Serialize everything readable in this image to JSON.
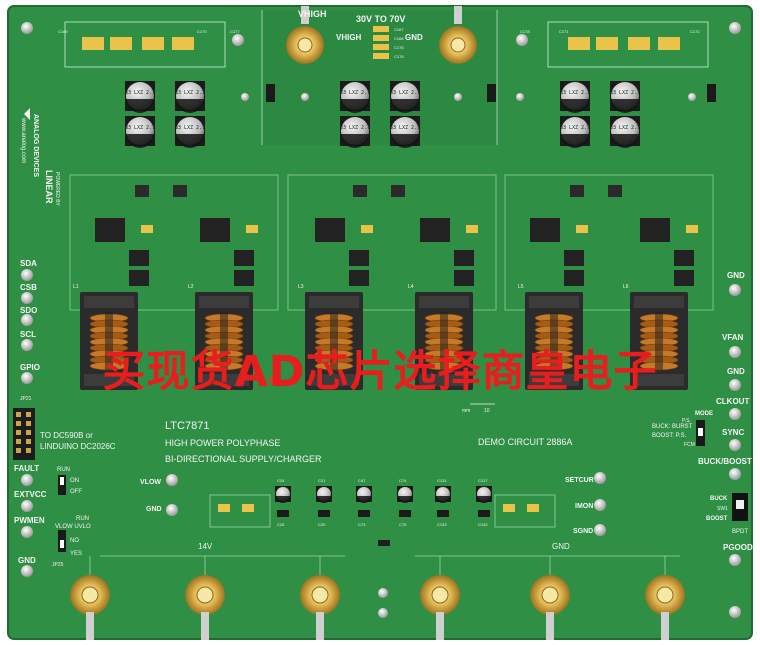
{
  "board": {
    "colors": {
      "pcb": "#2f8f45",
      "pcb_dark": "#257a3a",
      "silk": "#f4f4f4",
      "pad": "#e9c24a",
      "copper": "#b86a1e",
      "watermark": "#e81e1e"
    },
    "top": {
      "vhigh_title": "VHIGH",
      "voltage_range": "30V TO 70V",
      "vhigh_label": "VHIGH",
      "gnd_label": "GND"
    },
    "brand": {
      "analog_devices": "ANALOG DEVICES",
      "website": "www.analog.com",
      "linear": "LINEAR",
      "powered_by": "POWERED BY"
    },
    "left_pins": [
      "SDA",
      "CSB",
      "SDO",
      "SCL",
      "GPIO"
    ],
    "left_connector": {
      "to_line1": "TO DC590B or",
      "to_line2": "LINDUINO DC2026C",
      "jumper_jp21": "JP21"
    },
    "left_labels": {
      "fault": "FAULT",
      "extvcc": "EXTVCC",
      "pwmen": "PWMEN",
      "gnd": "GND",
      "run": "RUN",
      "on": "ON",
      "off": "OFF",
      "vlow_uvlo": "VLOW UVLO",
      "run2": "RUN",
      "no": "NO",
      "yes": "YES",
      "jp25": "JP25"
    },
    "right_labels": {
      "gnd1": "GND",
      "vfan": "VFAN",
      "gnd2": "GND",
      "clkout": "CLKOUT",
      "sync": "SYNC",
      "buck_boost": "BUCK/BOOST",
      "pgood": "PGOOD",
      "mode": "MODE",
      "buck_burst": "BUCK: BURST",
      "boost_ps": "BOOST: P.S.",
      "ps": "P.S.",
      "fcm": "FCM",
      "buck": "BUCK",
      "boost": "BOOST",
      "sw1": "SW1",
      "bpdt": "BPDT"
    },
    "center": {
      "part": "LTC7871",
      "line1": "HIGH POWER POLYPHASE",
      "line2": "BI-DIRECTIONAL SUPPLY/CHARGER",
      "demo": "DEMO CIRCUIT 2886A",
      "setcur": "SETCUR",
      "imon": "IMON",
      "sgnd": "SGND",
      "vlow": "VLOW",
      "gnd": "GND"
    },
    "bottom": {
      "v14": "14V",
      "gnd": "GND"
    },
    "inductors": [
      "L1",
      "L2",
      "L3",
      "L4",
      "L5",
      "L6"
    ],
    "top_caps": [
      "C169",
      "C170",
      "C167",
      "C168",
      "C175",
      "C176",
      "C171",
      "C172",
      "C177",
      "C178"
    ],
    "cap_marks": [
      "33 LXZ 2.7",
      "33 LXZ 2.7",
      "33 LXZ 2.7",
      "33 LXZ 2.7",
      "33 LXZ 2.7",
      "33 LXZ 2.7",
      "33 LXZ 2.7",
      "33 LXZ 2.7",
      "33 LXZ 2.7",
      "33 LXZ 2.7",
      "33 LXZ 2.7",
      "33 LXZ 2.7"
    ],
    "bottom_caps": [
      "C24",
      "C21",
      "C47",
      "C74",
      "C131",
      "C127",
      "C25",
      "C20",
      "C73",
      "C75",
      "C133",
      "C132"
    ],
    "scale": {
      "mm": "mm",
      "ten": "10"
    }
  },
  "watermark": {
    "text": "买现货AD芯片选择商皇电子"
  }
}
